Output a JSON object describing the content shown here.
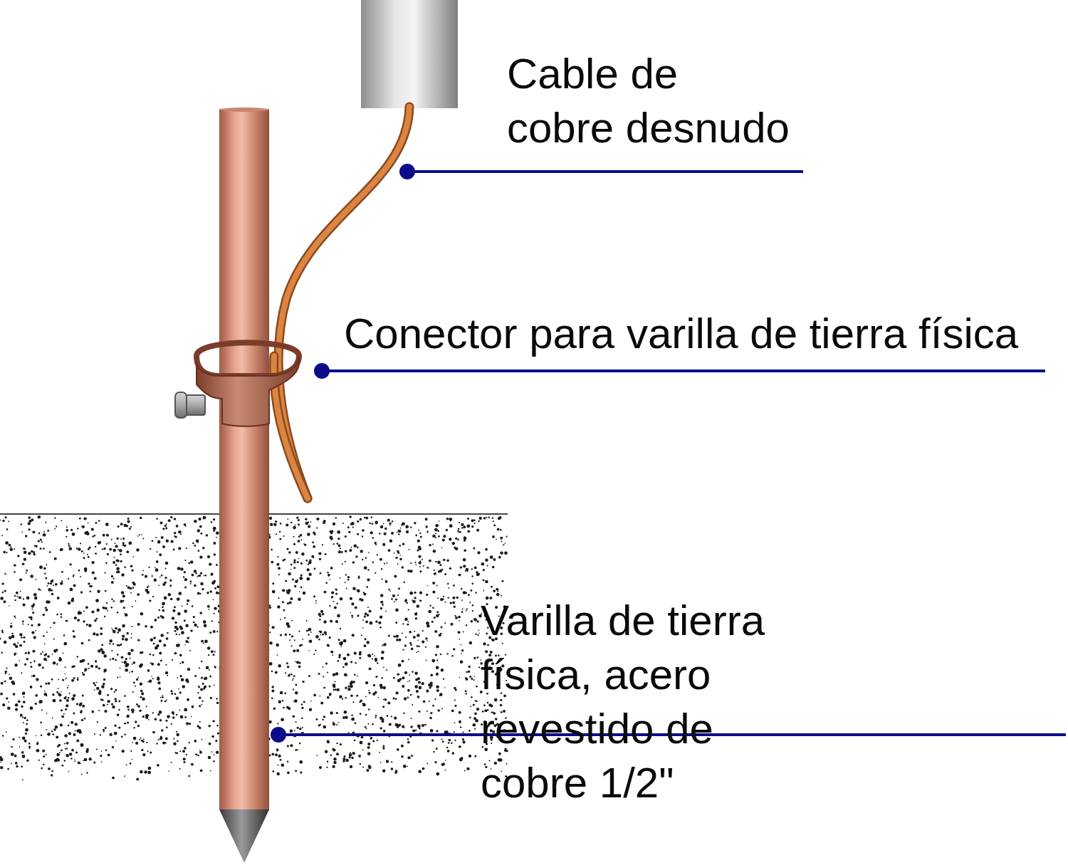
{
  "diagram": {
    "labels": [
      "Cable de cobre desnudo",
      "Conector para varilla de tierra física",
      "Varilla de tierra física, acero revestido de cobre 1/2\""
    ]
  }
}
